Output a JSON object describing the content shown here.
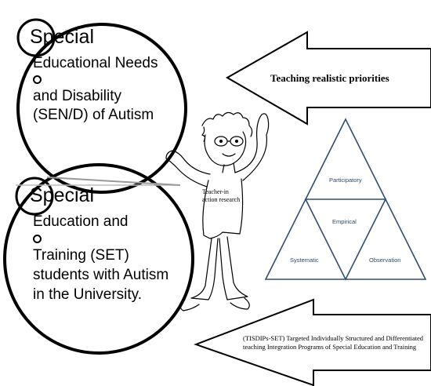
{
  "diagram": {
    "top_circle": {
      "title": "Special",
      "line1": "Educational  Needs",
      "line2": "and Disability",
      "line3": "(SEN/D)  of  Autism"
    },
    "bottom_circle": {
      "title": "Special",
      "line1": "Education  and",
      "line2": "Training (SET)",
      "line3": "students with Autism",
      "line4": "in the University."
    },
    "top_arrow_text": "Teaching realistic priorities",
    "bottom_arrow_text": "(TISDIPs-SET) Targeted Individually Structured and Differentiated teaching Integration Programs of Special Education and Training",
    "figure_label_line1": "Teacher-in",
    "figure_label_line2": "action research",
    "triangle": {
      "top": "Participatory",
      "center": "Empirical",
      "left": "Systematic",
      "right": "Observation",
      "stroke_color": "#2f4f6f"
    }
  }
}
